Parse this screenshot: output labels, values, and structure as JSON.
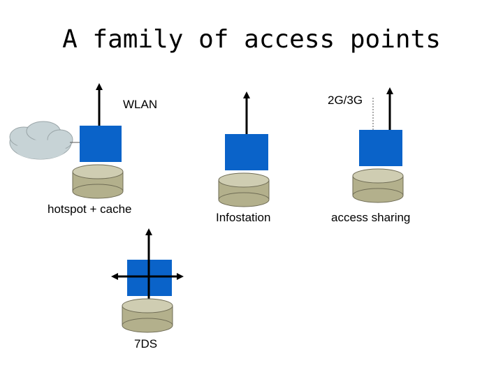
{
  "title": "A family of access points",
  "labels": {
    "wlan": "WLAN",
    "cellular": "2G/3G",
    "hotspot": "hotspot + cache",
    "infostation": "Infostation",
    "access_sharing": "access sharing",
    "seven_ds": "7DS"
  },
  "colors": {
    "device_blue": "#0a63c9",
    "disk_fill": "#b3b08c",
    "disk_top": "#cfcdb2",
    "cloud_fill": "#c7d3d6",
    "arrow": "#000000"
  }
}
